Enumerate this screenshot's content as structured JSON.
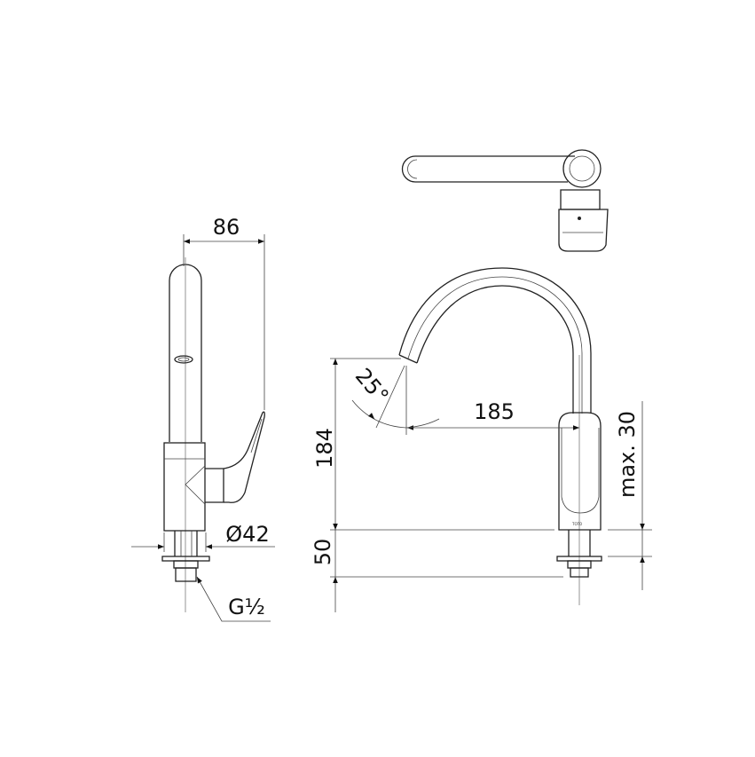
{
  "dimensions": {
    "width_side": "86",
    "base_diameter": "Ø42",
    "thread": "G½",
    "spout_reach": "185",
    "spout_height": "184",
    "shank_length": "50",
    "max_counter_thickness": "max. 30",
    "spout_angle": "25°"
  },
  "body_logo": "TOTO",
  "colors": {
    "line": "#222222",
    "background": "#ffffff"
  }
}
